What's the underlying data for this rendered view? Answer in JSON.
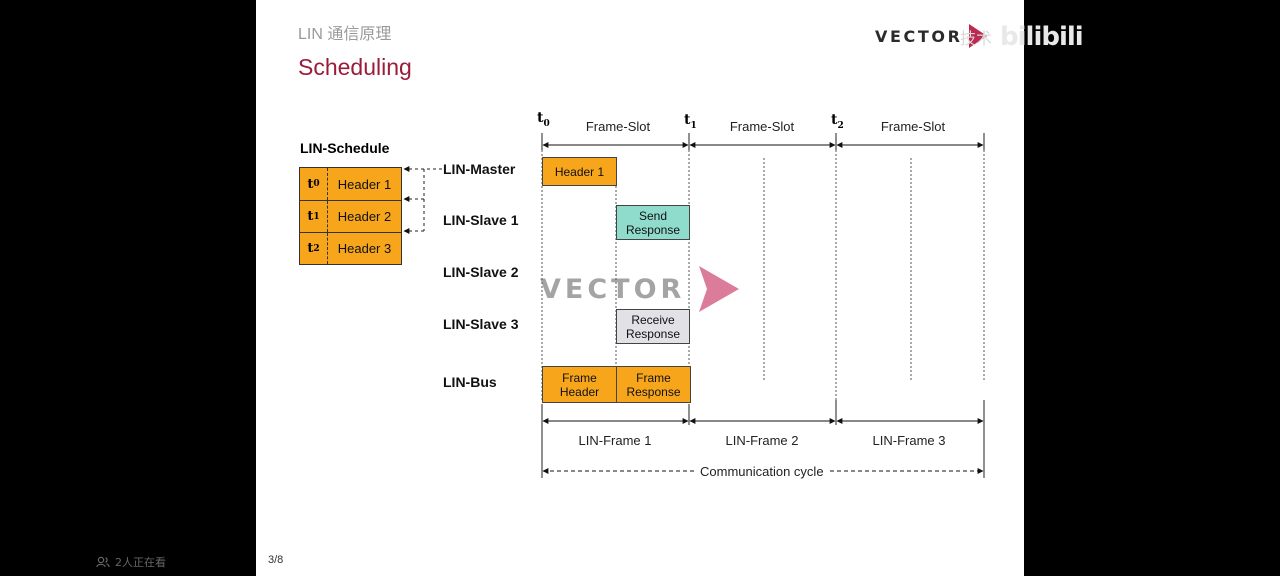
{
  "slide": {
    "subtitle": "LIN 通信原理",
    "title": "Scheduling",
    "logo_text": "VECTOR",
    "page_number": "3/8",
    "watermark_text": "VECTOR"
  },
  "colors": {
    "title": "#9b1c3a",
    "accent": "#b5123e",
    "orange": "#f7a51b",
    "teal": "#8fdccc",
    "grey": "#e1e1e6"
  },
  "schedule": {
    "title": "LIN-Schedule",
    "rows": [
      {
        "t": "t",
        "sub": "0",
        "header": "Header 1"
      },
      {
        "t": "t",
        "sub": "1",
        "header": "Header 2"
      },
      {
        "t": "t",
        "sub": "2",
        "header": "Header 3"
      }
    ]
  },
  "nodes": {
    "master": "LIN-Master",
    "slave1": "LIN-Slave 1",
    "slave2": "LIN-Slave 2",
    "slave3": "LIN-Slave 3",
    "bus": "LIN-Bus"
  },
  "timeline": {
    "t0": {
      "t": "t",
      "sub": "0"
    },
    "t1": {
      "t": "t",
      "sub": "1"
    },
    "t2": {
      "t": "t",
      "sub": "2"
    },
    "slot_label": "Frame-Slot",
    "boxes": {
      "header1": "Header 1",
      "send_response": [
        "Send",
        "Response"
      ],
      "receive_response": [
        "Receive",
        "Response"
      ],
      "frame_header": [
        "Frame",
        "Header"
      ],
      "frame_response": [
        "Frame",
        "Response"
      ]
    },
    "frames": [
      "LIN-Frame 1",
      "LIN-Frame 2",
      "LIN-Frame 3"
    ],
    "cycle_label": "Communication cycle"
  },
  "overlay": {
    "viewers": "2人正在看",
    "channel_tech": "技术",
    "bilibili_logo": "bilibili"
  },
  "icons": {
    "viewers": "viewers-icon",
    "logo_chevron": "vector-chevron-icon",
    "watermark_chevron": "watermark-chevron-icon"
  }
}
